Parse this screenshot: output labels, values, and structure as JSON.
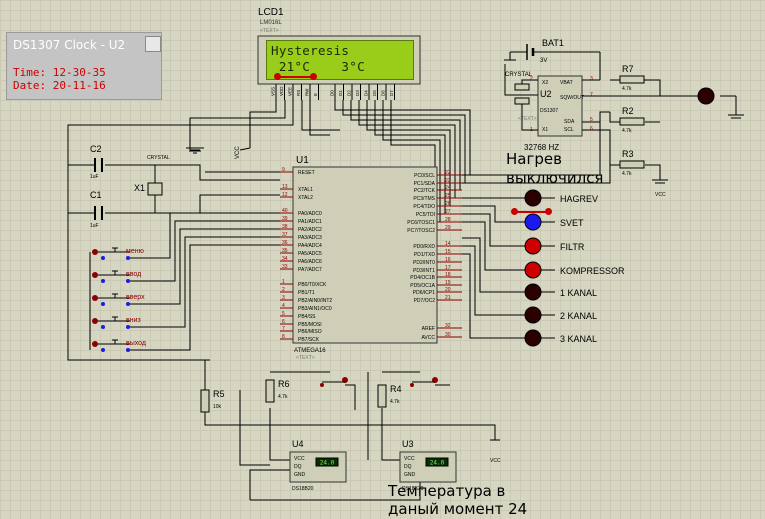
{
  "clock_window": {
    "title": "DS1307 Clock - U2",
    "time_label": "Time:",
    "time_value": "12-30-35",
    "date_label": "Date:",
    "date_value": "20-11-16"
  },
  "lcd": {
    "ref": "LCD1",
    "model": "LM016L",
    "text_tag": "<TEXT>",
    "line1": "Hysteresis",
    "line2": " 21°C    3°C",
    "pins": [
      "VSS",
      "VDD",
      "VEE",
      "RS",
      "RW",
      "E",
      "D0",
      "D1",
      "D2",
      "D3",
      "D4",
      "D5",
      "D6",
      "D7"
    ]
  },
  "mcu": {
    "ref": "U1",
    "model": "ATMEGA16",
    "text_tag": "<TEXT>",
    "left_pins": [
      {
        "num": "9",
        "name": "RESET"
      },
      {
        "num": "13",
        "name": "XTAL1"
      },
      {
        "num": "12",
        "name": "XTAL2"
      },
      {
        "num": "40",
        "name": "PA0/ADC0"
      },
      {
        "num": "39",
        "name": "PA1/ADC1"
      },
      {
        "num": "38",
        "name": "PA2/ADC2"
      },
      {
        "num": "37",
        "name": "PA3/ADC3"
      },
      {
        "num": "36",
        "name": "PA4/ADC4"
      },
      {
        "num": "35",
        "name": "PA5/ADC5"
      },
      {
        "num": "34",
        "name": "PA6/ADC6"
      },
      {
        "num": "33",
        "name": "PA7/ADC7"
      },
      {
        "num": "1",
        "name": "PB0/T0/XCK"
      },
      {
        "num": "2",
        "name": "PB1/T1"
      },
      {
        "num": "3",
        "name": "PB2/AIN0/INT2"
      },
      {
        "num": "4",
        "name": "PB3/AIN1/OC0"
      },
      {
        "num": "5",
        "name": "PB4/SS"
      },
      {
        "num": "6",
        "name": "PB5/MOSI"
      },
      {
        "num": "7",
        "name": "PB6/MISO"
      },
      {
        "num": "8",
        "name": "PB7/SCK"
      }
    ],
    "right_pins": [
      {
        "num": "22",
        "name": "PC0/SCL"
      },
      {
        "num": "23",
        "name": "PC1/SDA"
      },
      {
        "num": "24",
        "name": "PC2/TCK"
      },
      {
        "num": "25",
        "name": "PC3/TMS"
      },
      {
        "num": "26",
        "name": "PC4/TDO"
      },
      {
        "num": "27",
        "name": "PC5/TDI"
      },
      {
        "num": "28",
        "name": "PC6/TOSC1"
      },
      {
        "num": "29",
        "name": "PC7/TOSC2"
      },
      {
        "num": "14",
        "name": "PD0/RXD"
      },
      {
        "num": "15",
        "name": "PD1/TXD"
      },
      {
        "num": "16",
        "name": "PD2/INT0"
      },
      {
        "num": "17",
        "name": "PD3/INT1"
      },
      {
        "num": "18",
        "name": "PD4/OC1B"
      },
      {
        "num": "19",
        "name": "PD5/OC1A"
      },
      {
        "num": "20",
        "name": "PD6/ICP1"
      },
      {
        "num": "21",
        "name": "PD7/OC2"
      },
      {
        "num": "32",
        "name": "AREF"
      },
      {
        "num": "30",
        "name": "AVCC"
      }
    ]
  },
  "rtc": {
    "ref": "U2",
    "model": "DS1307",
    "text_tag": "<TEXT>",
    "pins": [
      "X2",
      "X1",
      "VBAT",
      "SQW/OUT",
      "SDA",
      "SCL"
    ],
    "pin_nums": [
      "2",
      "1",
      "3",
      "7",
      "5",
      "6"
    ],
    "crystal_label": "CRYSTAL",
    "freq_label": "32768 HZ"
  },
  "battery": {
    "ref": "BAT1",
    "value": "3V"
  },
  "resistors": [
    {
      "ref": "R7",
      "value": "4.7k"
    },
    {
      "ref": "R2",
      "value": "4.7k"
    },
    {
      "ref": "R3",
      "value": "4.7k"
    },
    {
      "ref": "R5",
      "value": "10k"
    },
    {
      "ref": "R6",
      "value": "4.7k"
    },
    {
      "ref": "R4",
      "value": "4.7k"
    }
  ],
  "caps": [
    {
      "ref": "C2",
      "value": "1uF"
    },
    {
      "ref": "C1",
      "value": "1uF"
    }
  ],
  "crystal": {
    "ref": "X1",
    "label": "CRYSTAL"
  },
  "vcc_label": "VCC",
  "buttons": [
    "меню",
    "ввод",
    "вверх",
    "вниз",
    "выход"
  ],
  "indicators": [
    "HAGREV",
    "SVET",
    "FILTR",
    "KOMPRESSOR",
    "1 KANAL",
    "2 KANAL",
    "3 KANAL"
  ],
  "sensors": [
    {
      "ref": "U4",
      "model": "DS18B20",
      "reading": "24.0",
      "pins": [
        "VCC",
        "DQ",
        "GND"
      ]
    },
    {
      "ref": "U3",
      "model": "DS18B20",
      "reading": "24.0",
      "pins": [
        "VCC",
        "DQ",
        "GND"
      ]
    }
  ],
  "annotations": {
    "heater_status": "Нагрев\nвыключился",
    "temp_note": "Температура в\nданый момент 24"
  },
  "colors": {
    "wire": "#000000",
    "pin": "#8b0000",
    "component_fill": "#cfcfb8",
    "lcd_green": "#9acc1a",
    "led_dark": "#2a0000",
    "led_red": "#cc0000",
    "led_blue": "#1a1aee"
  }
}
